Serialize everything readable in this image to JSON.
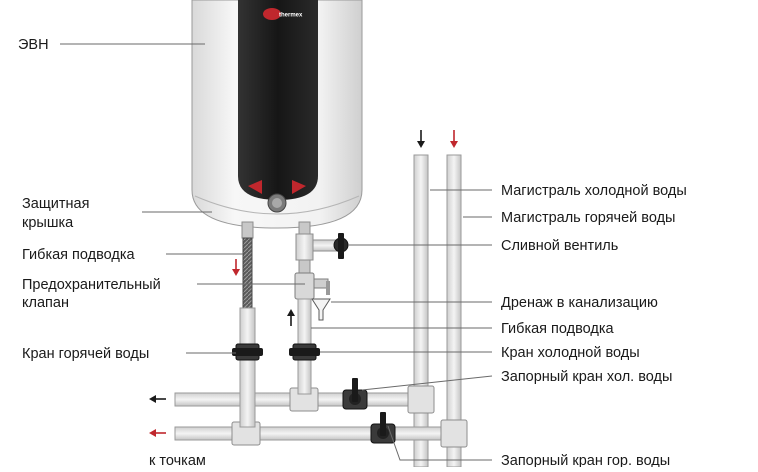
{
  "brand": "thermex",
  "labels_left": {
    "evn": "ЭВН",
    "protective_cover_1": "Защитная",
    "protective_cover_2": "крышка",
    "flex_supply_left": "Гибкая подводка",
    "safety_valve_1": "Предохранительный",
    "safety_valve_2": "клапан",
    "hot_water_tap": "Кран горячей воды",
    "to_points": "к точкам"
  },
  "labels_right": {
    "cold_main": "Магистраль холодной воды",
    "hot_main": "Магистраль горячей воды",
    "drain_valve": "Сливной вентиль",
    "sewer_drain": "Дренаж в канализацию",
    "flex_supply_right": "Гибкая подводка",
    "cold_water_tap": "Кран холодной воды",
    "cold_shutoff": "Запорный кран хол. воды",
    "hot_shutoff": "Запорный кран гор. воды"
  },
  "colors": {
    "pipe_fill": "#e6e6e6",
    "pipe_stroke": "#9a9a9a",
    "tank_body": "#eeeeee",
    "tank_panel": "#1e1e1e",
    "arrow_hot": "#c0272d",
    "arrow_cold": "#1a1a1a",
    "valve": "#1a1a1a"
  },
  "icons": [
    "down-arrow-icon",
    "up-arrow-icon",
    "left-arrow-icon",
    "funnel-icon",
    "valve-handle-icon"
  ]
}
